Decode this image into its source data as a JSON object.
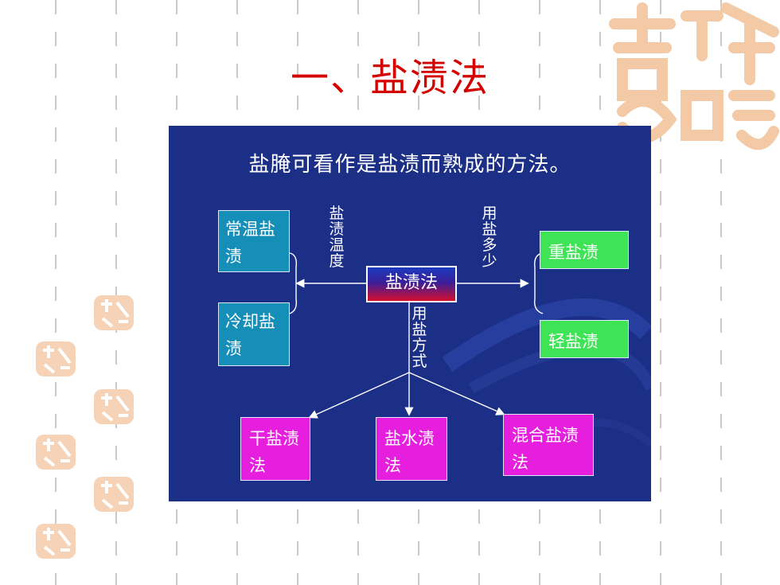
{
  "slide": {
    "title": "一、盐渍法"
  },
  "seal": {
    "glyph_top": "吉祥",
    "glyph_bottom": "如意"
  },
  "diagram": {
    "heading": "盐腌可看作是盐渍而熟成的方法。",
    "center_node": "盐渍法",
    "left_branch": {
      "label": "盐渍温度",
      "nodes": [
        "常温盐渍",
        "冷却盐渍"
      ]
    },
    "right_branch": {
      "label": "用盐多少",
      "nodes": [
        "重盐渍",
        "轻盐渍"
      ]
    },
    "bottom_branch": {
      "label": "用盐方式",
      "nodes": [
        "干盐渍法",
        "盐水渍法",
        "混合盐渍法"
      ]
    }
  },
  "colors": {
    "title": "#d40000",
    "panel": "#1c2f86",
    "teal_node": "#168fb8",
    "green_node": "#3fe356",
    "magenta_node": "#e51fdd",
    "seal": "#f3c9a6"
  }
}
